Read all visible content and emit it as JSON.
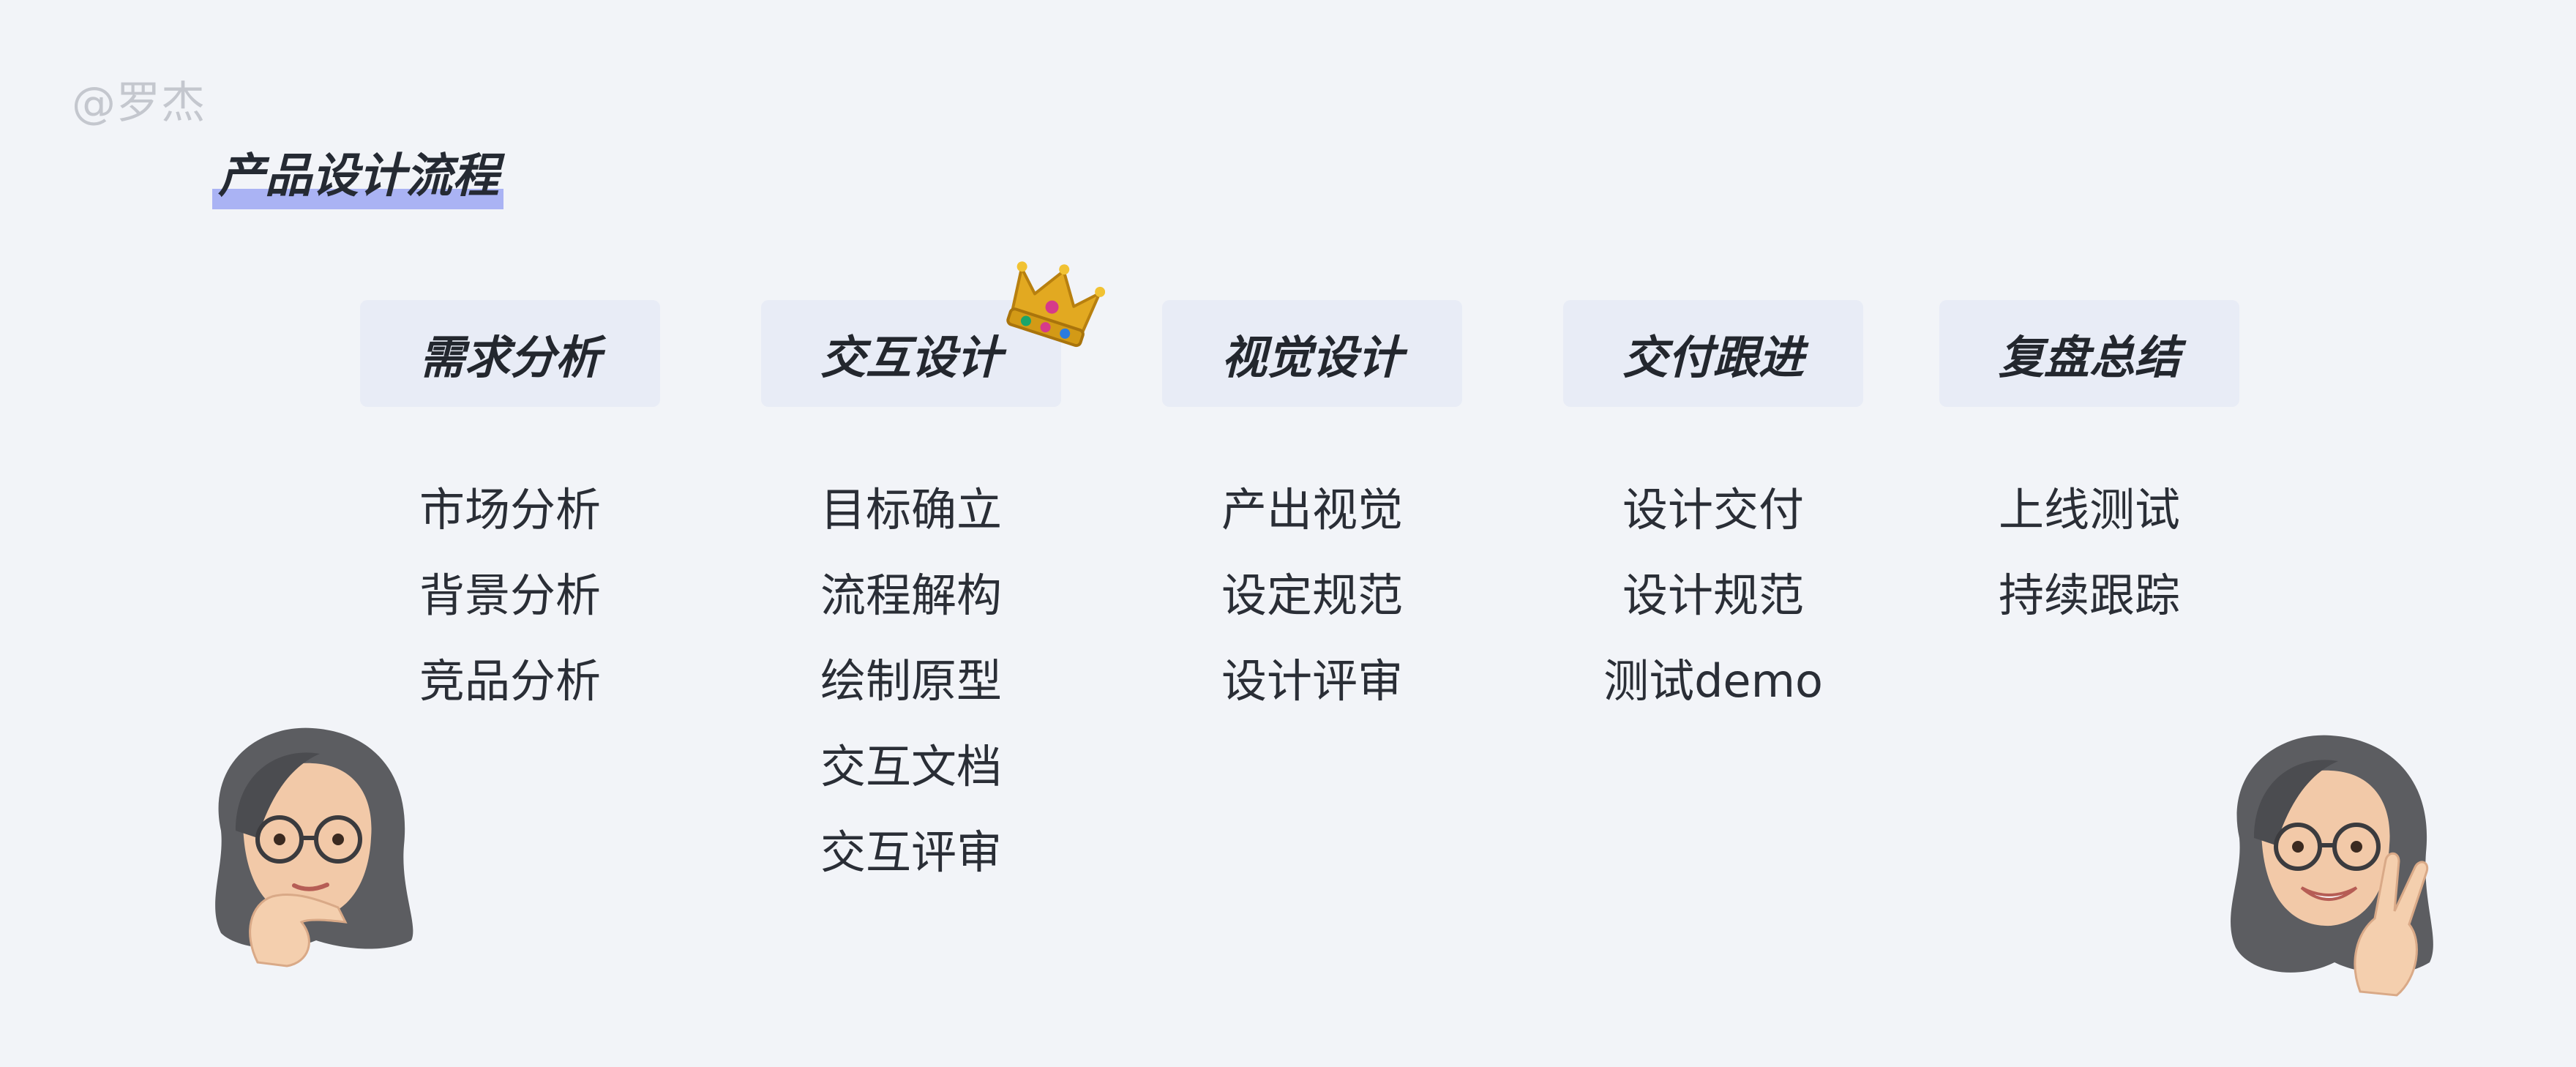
{
  "watermark": "@罗杰",
  "title": "产品设计流程",
  "colors": {
    "background": "#f2f4f8",
    "phase_bg": "#e8ecf6",
    "title_highlight": "#aab3f4"
  },
  "phases": [
    {
      "label": "需求分析",
      "items": [
        "市场分析",
        "背景分析",
        "竞品分析"
      ]
    },
    {
      "label": "交互设计",
      "items": [
        "目标确立",
        "流程解构",
        "绘制原型",
        "交互文档",
        "交互评审"
      ]
    },
    {
      "label": "视觉设计",
      "items": [
        "产出视觉",
        "设定规范",
        "设计评审"
      ]
    },
    {
      "label": "交付跟进",
      "items": [
        "设计交付",
        "设计规范",
        "测试demo"
      ]
    },
    {
      "label": "复盘总结",
      "items": [
        "上线测试",
        "持续跟踪"
      ]
    }
  ],
  "decorations": [
    "crown-icon",
    "thinking-avatar",
    "peace-sign-avatar"
  ]
}
